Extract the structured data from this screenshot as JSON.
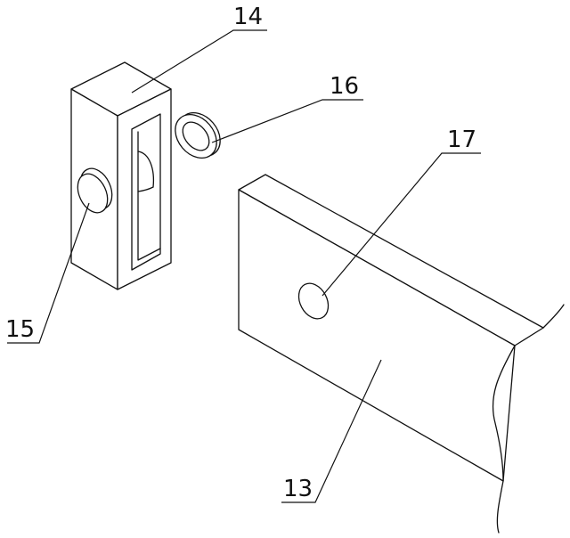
{
  "figure": {
    "callouts": [
      {
        "id": "c14",
        "text": "14"
      },
      {
        "id": "c15",
        "text": "15"
      },
      {
        "id": "c16",
        "text": "16"
      },
      {
        "id": "c17",
        "text": "17"
      },
      {
        "id": "c13",
        "text": "13"
      }
    ]
  }
}
